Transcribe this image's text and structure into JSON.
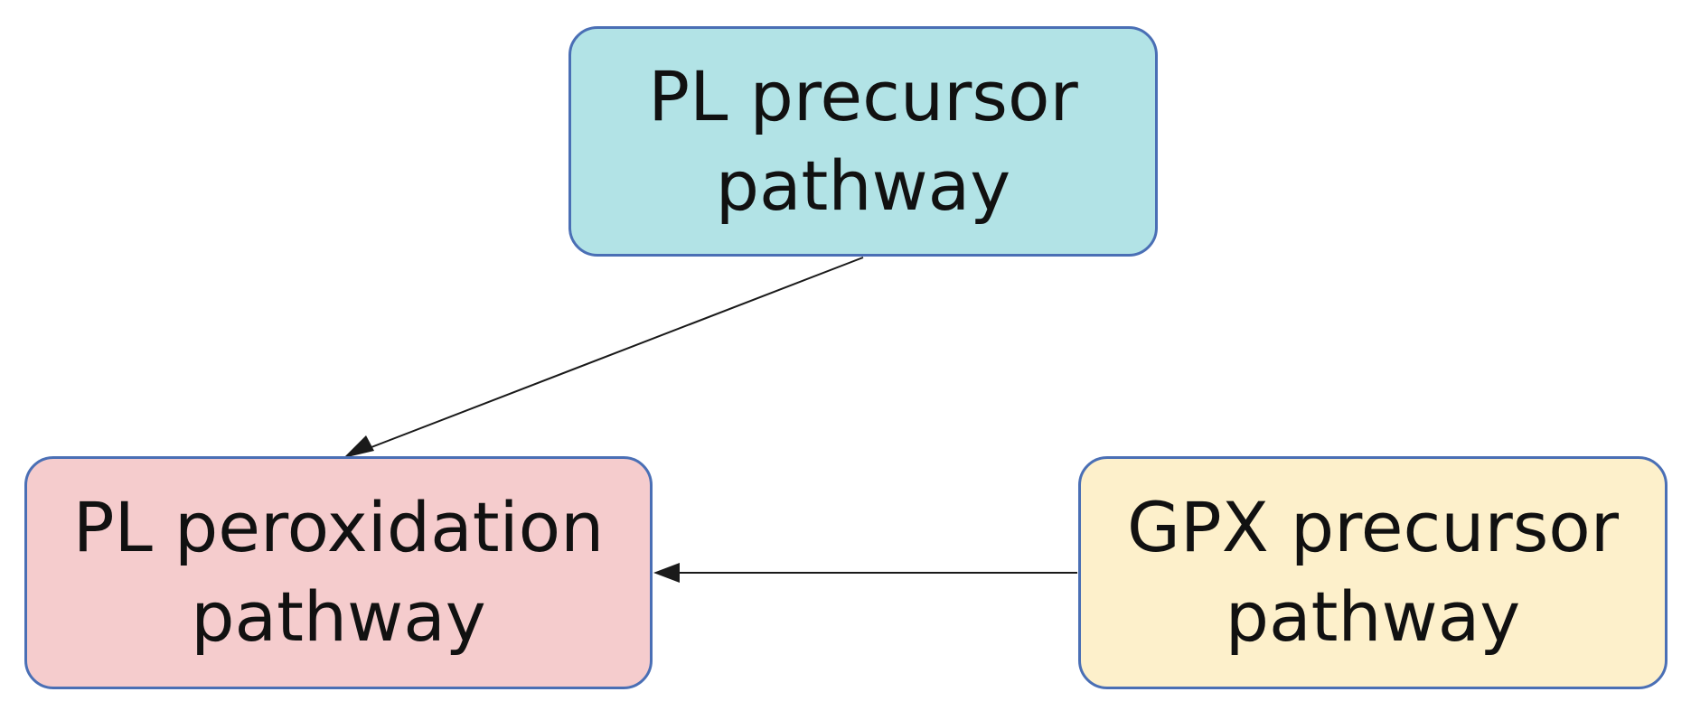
{
  "diagram": {
    "nodes": [
      {
        "id": "pl-precursor",
        "line1": "PL precursor",
        "line2": "pathway",
        "fill": "#b2e3e6"
      },
      {
        "id": "pl-peroxidation",
        "line1": "PL peroxidation",
        "line2": "pathway",
        "fill": "#f5cccd"
      },
      {
        "id": "gpx-precursor",
        "line1": "GPX precursor",
        "line2": "pathway",
        "fill": "#fdf0cb"
      }
    ],
    "edges": [
      {
        "from": "pl-precursor",
        "to": "pl-peroxidation"
      },
      {
        "from": "gpx-precursor",
        "to": "pl-peroxidation"
      }
    ],
    "border_color": "#4a6fb5",
    "arrow_color": "#1a1a1a"
  }
}
